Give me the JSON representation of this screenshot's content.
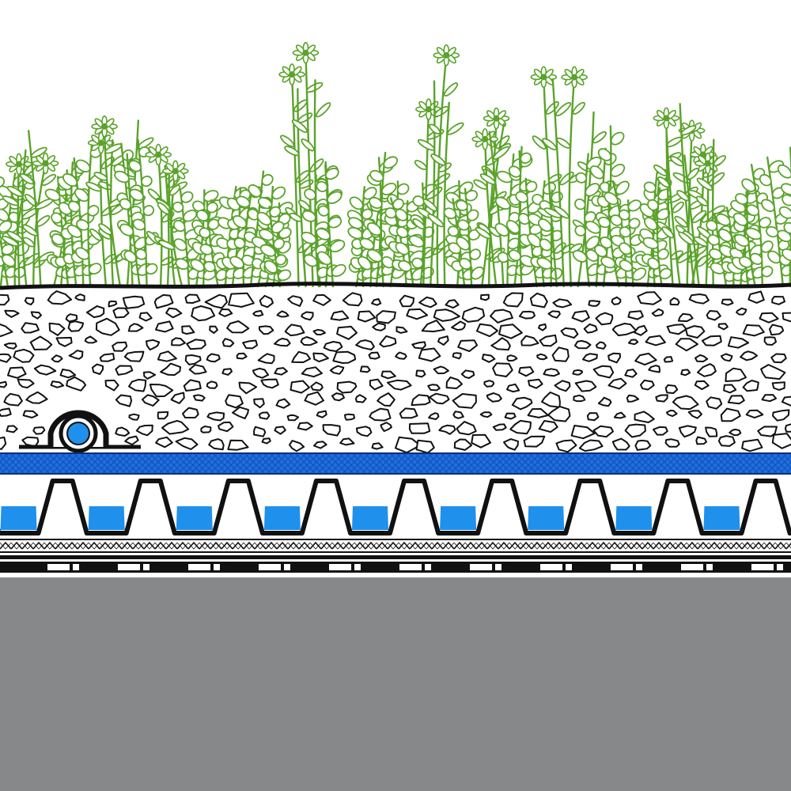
{
  "diagram": {
    "layers": [
      {
        "id": "vegetation",
        "color": "#5aa32a"
      },
      {
        "id": "substrate",
        "color": "#ffffff"
      },
      {
        "id": "filter-fabric",
        "color": "#1f6fe0"
      },
      {
        "id": "drainage-cups",
        "color": "#1f90ec"
      },
      {
        "id": "protection-mat",
        "color": "#111111"
      },
      {
        "id": "waterproof-membrane",
        "color": "#111111"
      },
      {
        "id": "roof-deck",
        "color": "#87888a"
      }
    ],
    "drain_pipe_color": "#1f90ec",
    "drainage_cup_count": 9
  }
}
